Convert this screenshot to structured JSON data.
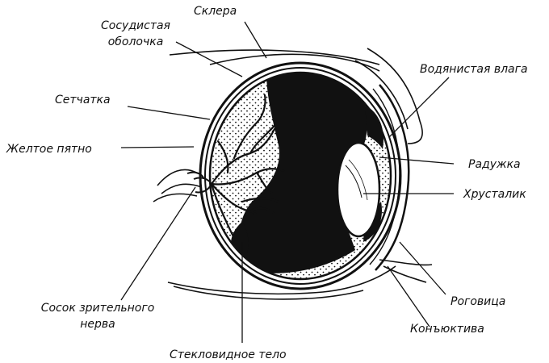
{
  "labels": {
    "sclera": "Склера",
    "choroid_1": "Сосудистая",
    "choroid_2": "оболочка",
    "retina": "Сетчатка",
    "macula": "Желтое пятно",
    "optic_disc_1": "Сосок зрительного",
    "optic_disc_2": "нерва",
    "vitreous": "Стекловидное тело",
    "aqueous": "Водянистая влага",
    "iris": "Радужка",
    "lens": "Хрусталик",
    "cornea": "Роговица",
    "conjunctiva": "Конъюктива"
  },
  "colors": {
    "ink": "#111111",
    "paper": "#ffffff"
  }
}
